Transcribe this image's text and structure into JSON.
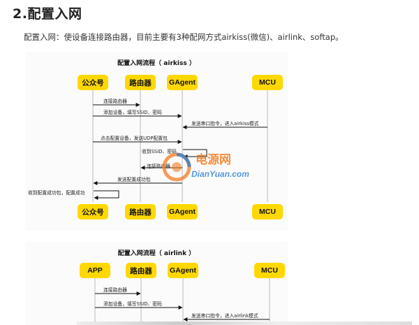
{
  "heading": "2.配置入网",
  "intro": "配置入网：使设备连接路由器，目前主要有3种配网方式airkiss(微信)、airlink、softap。",
  "watermark": {
    "cn": "电源网",
    "en": "DianYuan.com"
  },
  "diagrams": [
    {
      "title": "配置入网流程（ airkiss ）",
      "actors": [
        "公众号",
        "路由器",
        "GAgent",
        "MCU"
      ],
      "messages": [
        "连接路由器",
        "添加设备，填写SSID、密码",
        "发送串口指令，进入airkiss模式",
        "点击配置设备，发送UDP配置包",
        "收到SSID、密码",
        "连接路由器",
        "发送配置成功包",
        "收到配置成功包，配置成功"
      ]
    },
    {
      "title": "配置入网流程（ airlink ）",
      "actors": [
        "APP",
        "路由器",
        "GAgent",
        "MCU"
      ],
      "messages": [
        "连接路由器",
        "添加设备，填写SSID、密码",
        "发送串口指令，进入airlink模式"
      ]
    }
  ],
  "colors": {
    "actor": "#ffd800",
    "watermark_cn": "#f47b20",
    "watermark_en": "#2a7ed6"
  }
}
